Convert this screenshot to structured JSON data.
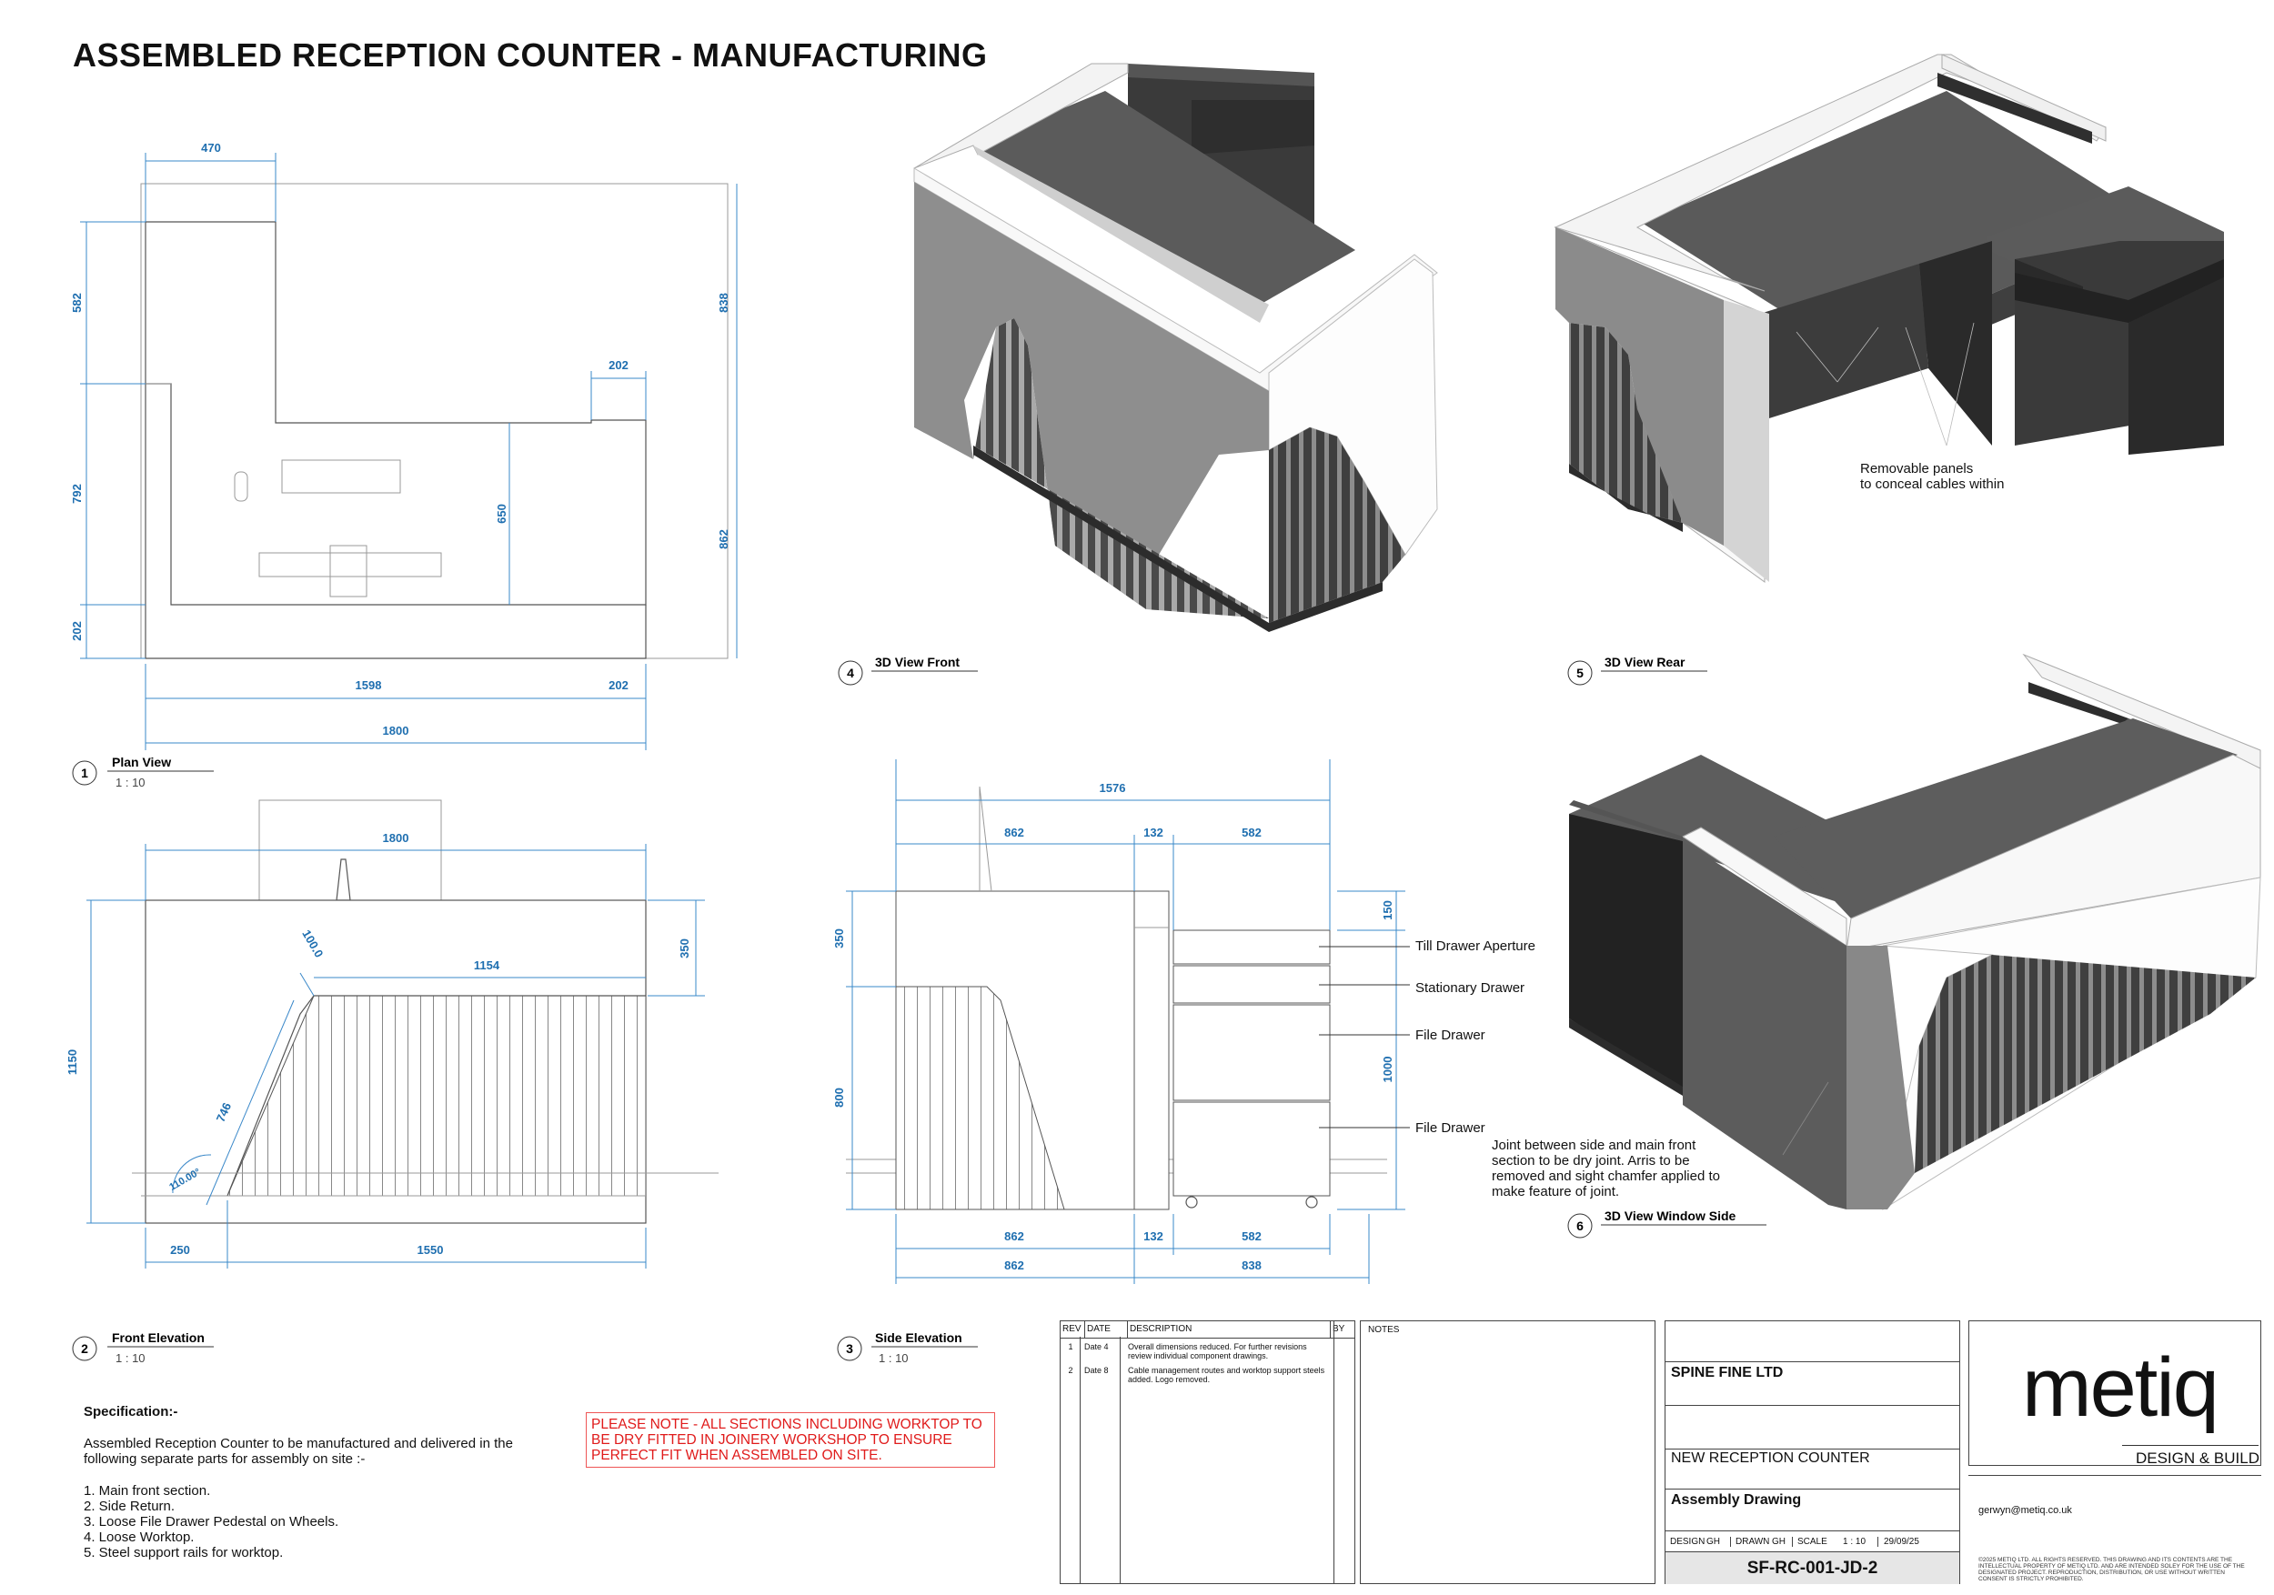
{
  "title": "ASSEMBLED RECEPTION COUNTER - MANUFACTURING",
  "views": {
    "plan": {
      "num": "1",
      "name": "Plan View",
      "scale": "1 : 10"
    },
    "front": {
      "num": "2",
      "name": "Front Elevation",
      "scale": "1 : 10"
    },
    "side": {
      "num": "3",
      "name": "Side Elevation",
      "scale": "1 : 10"
    },
    "front3d": {
      "num": "4",
      "name": "3D View Front"
    },
    "rear3d": {
      "num": "5",
      "name": "3D View Rear"
    },
    "window3d": {
      "num": "6",
      "name": "3D View Window Side"
    }
  },
  "plan_dims": {
    "d470": "470",
    "d582": "582",
    "d838": "838",
    "d202a": "202",
    "d792": "792",
    "d650": "650",
    "d862": "862",
    "d202b": "202",
    "d1598": "1598",
    "d202c": "202",
    "d1800": "1800"
  },
  "front_dims": {
    "d1800": "1800",
    "d350": "350",
    "d1154": "1154",
    "d100": "100.0",
    "d1150": "1150",
    "d746": "746",
    "d110": "110.00°",
    "d250": "250",
    "d1550": "1550"
  },
  "side_dims": {
    "d1576": "1576",
    "d862": "862",
    "d132": "132",
    "d582": "582",
    "d150": "150",
    "d350": "350",
    "d800": "800",
    "d1000": "1000",
    "b862": "862",
    "b132": "132",
    "b582": "582",
    "c862": "862",
    "c838": "838"
  },
  "side_labels": {
    "till": "Till Drawer Aperture",
    "stationary": "Stationary Drawer",
    "file1": "File Drawer",
    "file2": "File Drawer"
  },
  "annotations": {
    "panels": [
      "Removable panels",
      "to conceal cables within"
    ],
    "joint": [
      "Joint between side and main front",
      "section to be dry joint. Arris to be",
      "removed and sight chamfer applied to",
      "make feature of joint."
    ]
  },
  "spec": {
    "heading": "Specification:-",
    "intro": "Assembled Reception Counter to be manufactured and delivered in the following separate parts for assembly on site :-",
    "items": [
      "1. Main front section.",
      "2. Side Return.",
      "3. Loose File Drawer Pedestal on Wheels.",
      "4. Loose Worktop.",
      "5. Steel support rails for worktop."
    ]
  },
  "warning": "PLEASE NOTE - ALL SECTIONS INCLUDING WORKTOP TO BE DRY FITTED IN JOINERY WORKSHOP TO ENSURE PERFECT FIT WHEN ASSEMBLED ON SITE.",
  "revisions": {
    "headers": {
      "rev": "REV",
      "date": "DATE",
      "desc": "DESCRIPTION",
      "by": "BY"
    },
    "rows": [
      {
        "rev": "1",
        "date": "Date 4",
        "desc": "Overall dimensions reduced. For further revisions review individual component drawings."
      },
      {
        "rev": "2",
        "date": "Date 8",
        "desc": "Cable management routes and worktop support steels added. Logo removed."
      }
    ]
  },
  "notes_label": "NOTES",
  "titleblock": {
    "client": "SPINE FINE LTD",
    "project": "NEW RECEPTION COUNTER",
    "drawing": "Assembly Drawing",
    "design_l": "DESIGN",
    "design_v": "GH",
    "drawn_l": "DRAWN",
    "drawn_v": "GH",
    "scale_l": "SCALE",
    "scale_v": "1 : 10",
    "date_v": "29/09/25",
    "number": "SF-RC-001-JD-2"
  },
  "brand": {
    "logo": "metiq",
    "tag": "DESIGN & BUILD",
    "email": "gerwyn@metiq.co.uk",
    "copyright": "©2025 METIQ LTD. ALL RIGHTS RESERVED. THIS DRAWING AND ITS CONTENTS ARE THE INTELLECTUAL PROPERTY OF METIQ LTD. AND ARE INTENDED SOLEY FOR THE USE OF THE DESIGNATED PROJECT. REPRODUCTION, DISTRIBUTION, OR USE WITHOUT WRITTEN CONSENT IS STRICTLY PROHIBITED."
  },
  "colors": {
    "dimension": "#1f6fb0",
    "warning": "#e01b1b",
    "dark": "#3a3a3a",
    "mid": "#5d5d5d",
    "light": "#8c8c8c"
  }
}
